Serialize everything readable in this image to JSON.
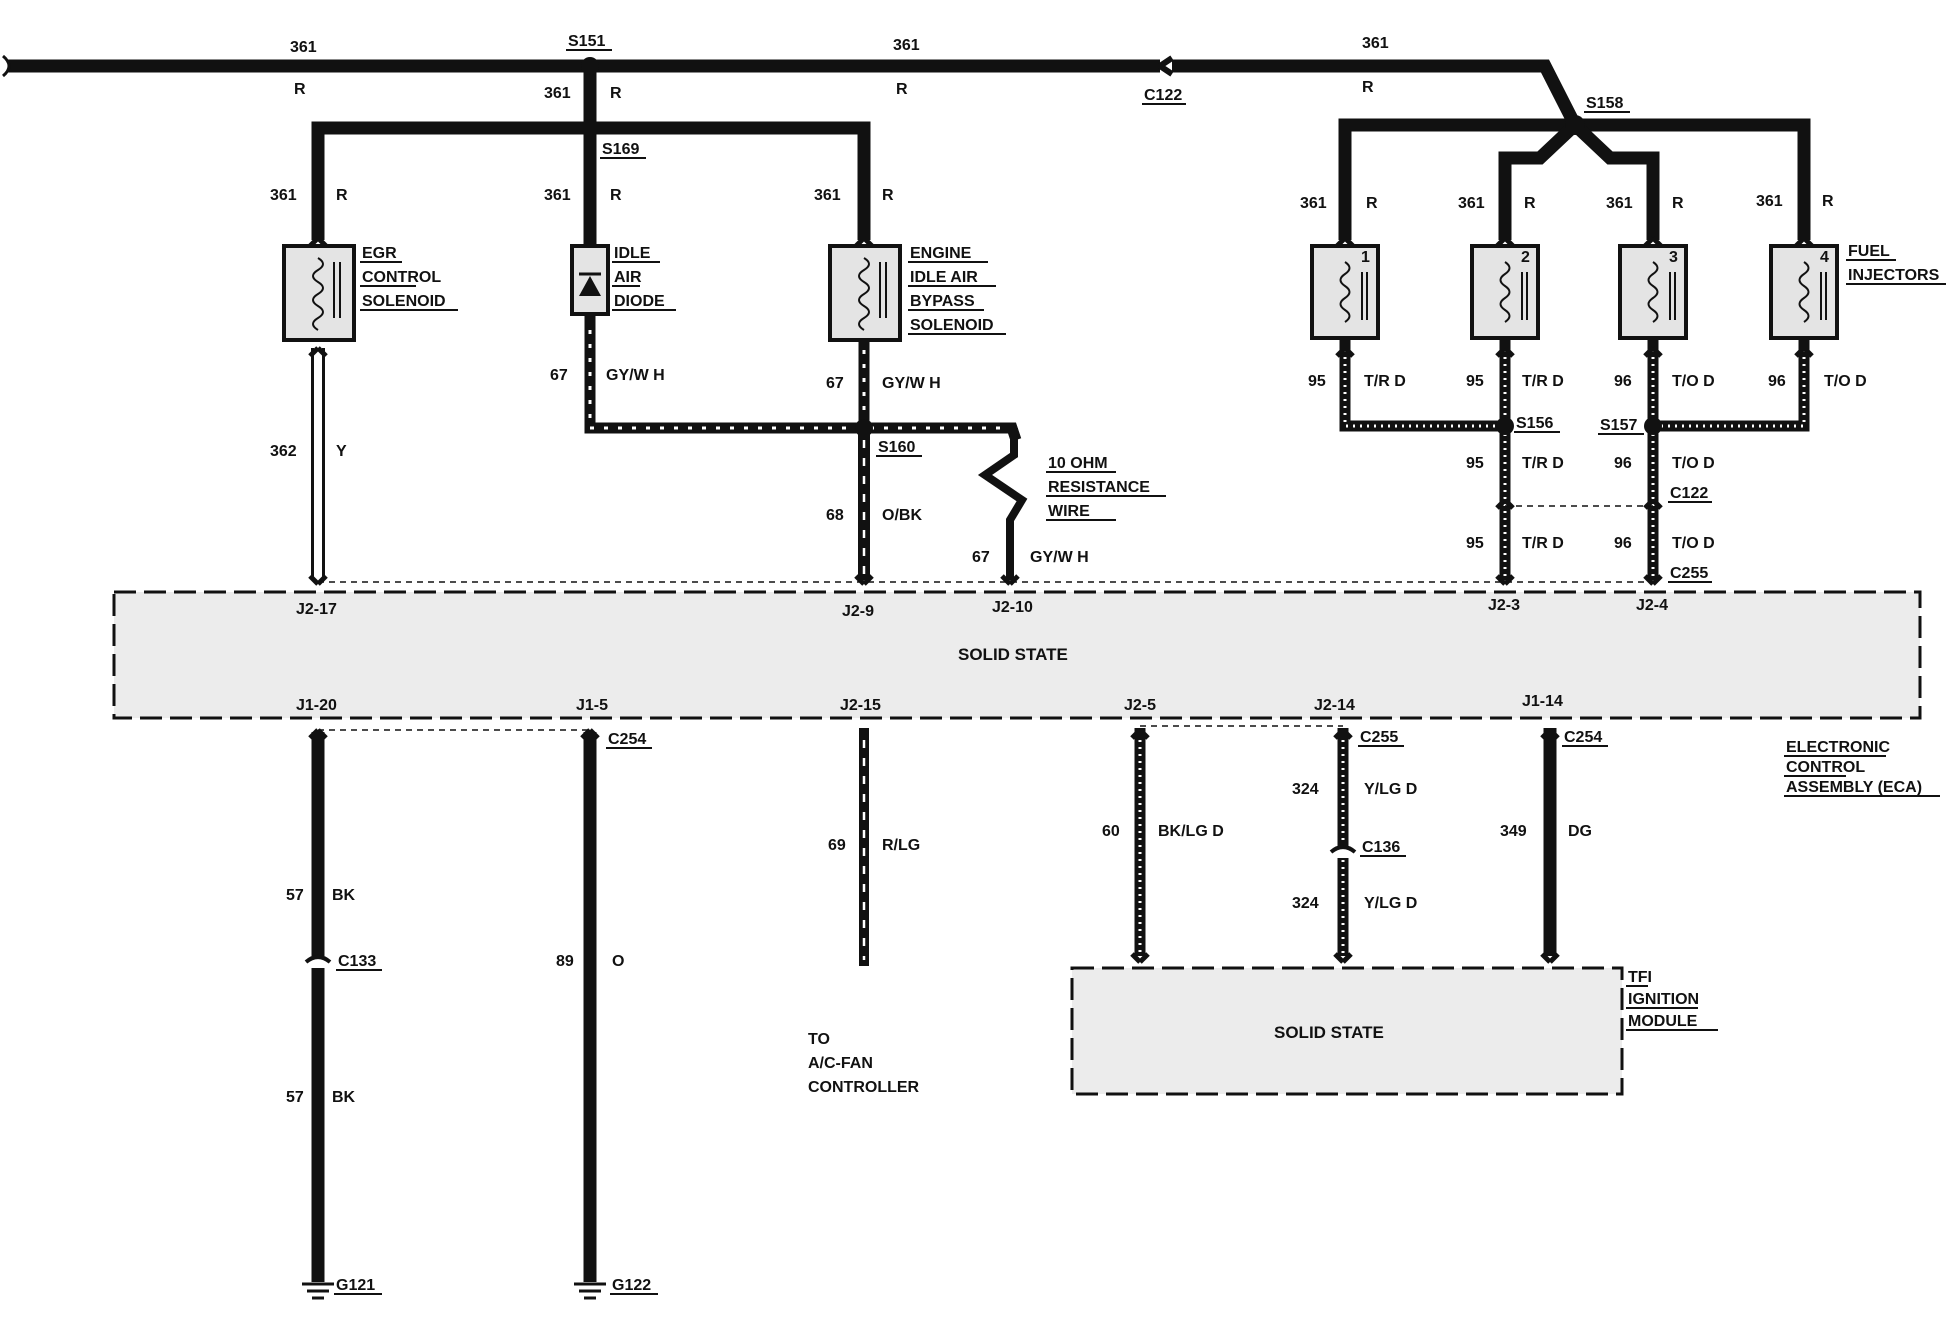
{
  "components": {
    "egr": [
      "EGR",
      "CONTROL",
      "SOLENOID"
    ],
    "idle_diode": [
      "IDLE",
      "AIR",
      "DIODE"
    ],
    "bypass": [
      "ENGINE",
      "IDLE AIR",
      "BYPASS",
      "SOLENOID"
    ],
    "injectors": [
      "FUEL",
      "INJECTORS"
    ],
    "injector_numbers": [
      "1",
      "2",
      "3",
      "4"
    ],
    "resistance": [
      "10 OHM",
      "RESISTANCE",
      "WIRE"
    ],
    "eca_box_text": "SOLID STATE",
    "eca_label": [
      "ELECTRONIC",
      "CONTROL",
      "ASSEMBLY (ECA)"
    ],
    "tfi_box_text": "SOLID STATE",
    "tfi_label": [
      "TFI",
      "IGNITION",
      "MODULE"
    ],
    "ac_fan": [
      "TO",
      "A/C-FAN",
      "CONTROLLER"
    ]
  },
  "splices": {
    "s151": "S151",
    "s169": "S169",
    "s158": "S158",
    "s160": "S160",
    "s156": "S156",
    "s157": "S157"
  },
  "connectors": {
    "c122_top": "C122",
    "c122_right": "C122",
    "c255_top": "C255",
    "c255_bottom": "C255",
    "c254_left": "C254",
    "c254_right": "C254",
    "c133": "C133",
    "c136": "C136"
  },
  "grounds": {
    "g121": "G121",
    "g122": "G122"
  },
  "pins": {
    "j2_17": "J2-17",
    "j2_9": "J2-9",
    "j2_10": "J2-10",
    "j2_3": "J2-3",
    "j2_4": "J2-4",
    "j1_20": "J1-20",
    "j1_5": "J1-5",
    "j2_15": "J2-15",
    "j2_5": "J2-5",
    "j2_14": "J2-14",
    "j1_14": "J1-14"
  },
  "wires": {
    "w361": "361",
    "r": "R",
    "w67": "67",
    "gywh": "GY/W H",
    "w362": "362",
    "y": "Y",
    "w68": "68",
    "obk": "O/BK",
    "w95": "95",
    "trd": "T/R D",
    "w96": "96",
    "tod": "T/O D",
    "w57": "57",
    "bk": "BK",
    "w89": "89",
    "o": "O",
    "w69": "69",
    "rlg": "R/LG",
    "w60": "60",
    "bklgd": "BK/LG D",
    "w324": "324",
    "ylgd": "Y/LG D",
    "w349": "349",
    "dg": "DG"
  }
}
